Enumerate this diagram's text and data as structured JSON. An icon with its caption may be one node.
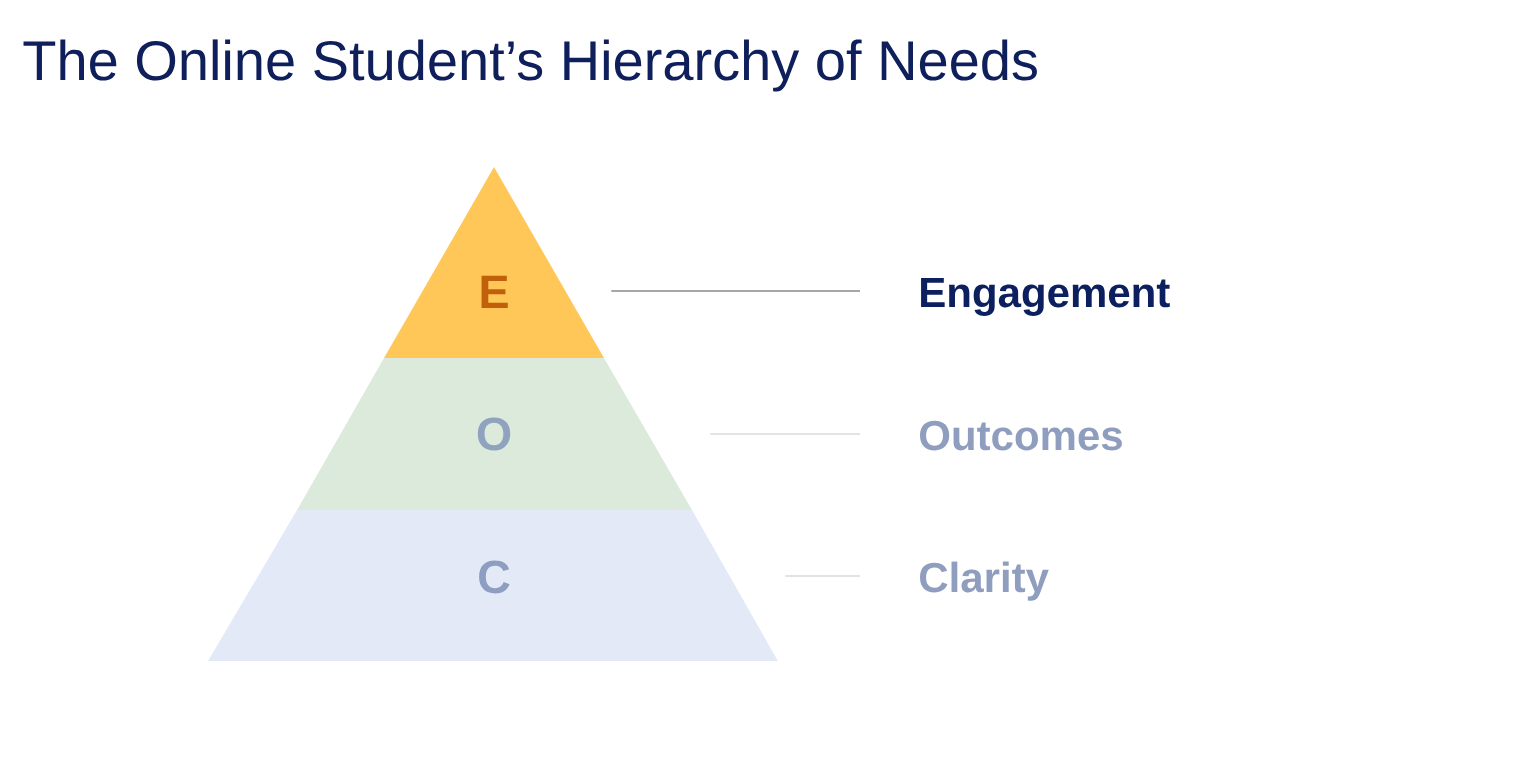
{
  "diagram": {
    "title": "The Online Student’s Hierarchy of Needs",
    "nodes": [
      {
        "text": [
          "E"
        ]
      },
      {
        "text": [
          "O"
        ]
      },
      {
        "text": [
          "C"
        ]
      },
      {
        "text": [
          "Engagement"
        ]
      },
      {
        "text": [
          "Outcomes"
        ]
      },
      {
        "text": [
          "Clarity"
        ]
      }
    ],
    "edges": [
      {
        "from": 3,
        "to": 0,
        "arrow": "none",
        "color": "#4d4f55"
      },
      {
        "from": 4,
        "to": 1,
        "arrow": "none"
      },
      {
        "from": 5,
        "to": 2,
        "arrow": "none"
      }
    ]
  }
}
